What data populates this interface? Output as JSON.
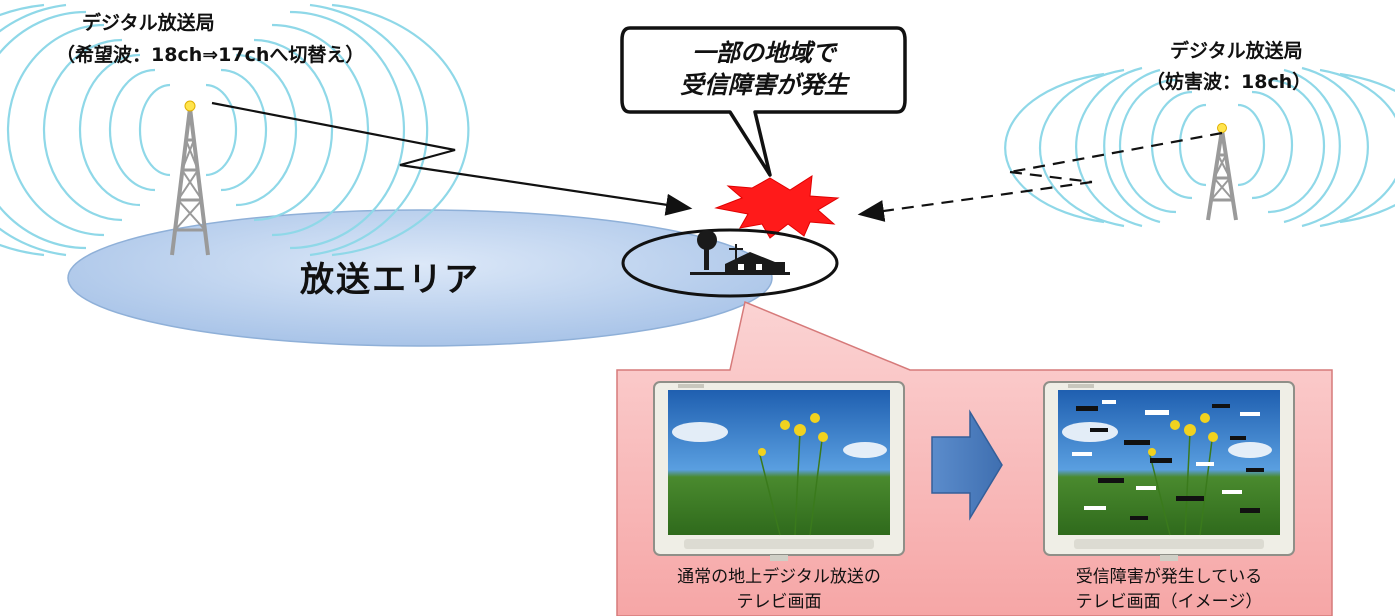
{
  "left_station": {
    "title": "デジタル放送局",
    "subtitle": "（希望波：18ch⇒17chへ切替え）"
  },
  "right_station": {
    "title": "デジタル放送局",
    "subtitle": "（妨害波：18ch）"
  },
  "callout": {
    "line1": "一部の地域で",
    "line2": "受信障害が発生"
  },
  "area": {
    "label": "放送エリア"
  },
  "tv_normal": {
    "caption_line1": "通常の地上デジタル放送の",
    "caption_line2": "テレビ画面"
  },
  "tv_interference": {
    "caption_line1": "受信障害が発生している",
    "caption_line2": "テレビ画面（イメージ）"
  },
  "colors": {
    "wave": "#8fd8e8",
    "area_fill": "#c5d8f0",
    "burst": "#ff1a1a",
    "panel": "#f9c4c4",
    "arrow_blue": "#4f81bd"
  }
}
